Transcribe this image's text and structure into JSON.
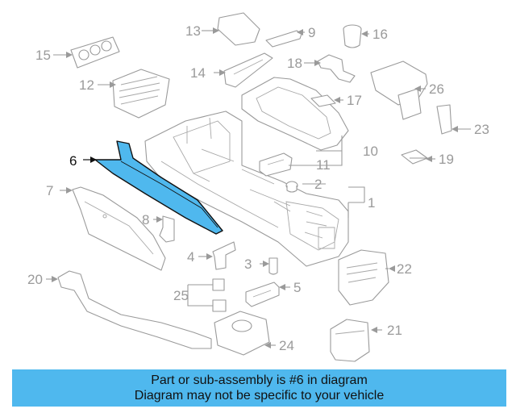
{
  "callouts": [
    "1",
    "2",
    "3",
    "4",
    "5",
    "6",
    "7",
    "8",
    "9",
    "10",
    "11",
    "12",
    "13",
    "14",
    "15",
    "16",
    "17",
    "18",
    "19",
    "20",
    "21",
    "22",
    "23",
    "24",
    "25",
    "26"
  ],
  "highlight": {
    "part": "6",
    "color": "#4fb8ee"
  },
  "banner": {
    "line1": "Part or sub-assembly is #6 in diagram",
    "line2": "Diagram may not be specific to your vehicle",
    "color": "#4fb8ee"
  }
}
